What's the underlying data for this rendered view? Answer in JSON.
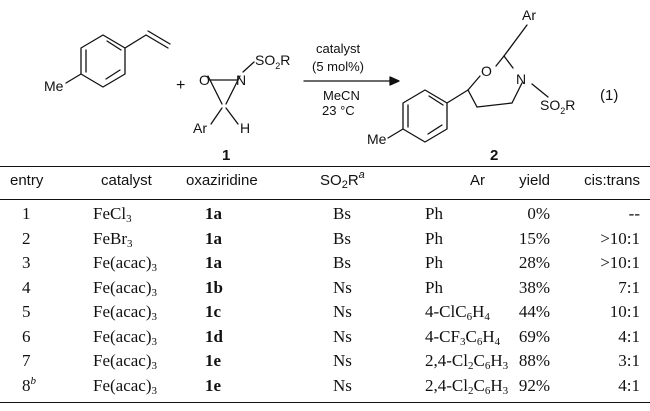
{
  "scheme": {
    "reagent_group": "SO2R",
    "reagent_ring_o": "O",
    "reagent_ring_n": "N",
    "reagent_ar": "Ar",
    "reagent_h": "H",
    "reagent_label": "1",
    "plus": "+",
    "styrene_me": "Me",
    "arrow_top1": "catalyst",
    "arrow_top2": "(5 mol%)",
    "arrow_bottom1": "MeCN",
    "arrow_bottom2": "23 °C",
    "product_o": "O",
    "product_n": "N",
    "product_ar": "Ar",
    "product_group": "SO2R",
    "product_me": "Me",
    "product_label": "2",
    "equation_number": "(1)"
  },
  "table": {
    "headers": {
      "entry": "entry",
      "catalyst": "catalyst",
      "oxaziridine": "oxaziridine",
      "so2r_base": "SO",
      "so2r_sub": "2",
      "so2r_tail": "R",
      "so2r_note": "a",
      "ar": "Ar",
      "yield": "yield",
      "ratio": "cis:trans"
    },
    "rows": [
      {
        "entry": "1",
        "entry_note": "",
        "cat_base": "FeCl",
        "cat_sub": "3",
        "ox": "1a",
        "so2r": "Bs",
        "ar_parts": [
          "Ph"
        ],
        "yield": "0%",
        "ratio": "--"
      },
      {
        "entry": "2",
        "entry_note": "",
        "cat_base": "FeBr",
        "cat_sub": "3",
        "ox": "1a",
        "so2r": "Bs",
        "ar_parts": [
          "Ph"
        ],
        "yield": "15%",
        "ratio": ">10:1"
      },
      {
        "entry": "3",
        "entry_note": "",
        "cat_base": "Fe(acac)",
        "cat_sub": "3",
        "ox": "1a",
        "so2r": "Bs",
        "ar_parts": [
          "Ph"
        ],
        "yield": "28%",
        "ratio": ">10:1"
      },
      {
        "entry": "4",
        "entry_note": "",
        "cat_base": "Fe(acac)",
        "cat_sub": "3",
        "ox": "1b",
        "so2r": "Ns",
        "ar_parts": [
          "Ph"
        ],
        "yield": "38%",
        "ratio": "7:1"
      },
      {
        "entry": "5",
        "entry_note": "",
        "cat_base": "Fe(acac)",
        "cat_sub": "3",
        "ox": "1c",
        "so2r": "Ns",
        "ar_parts": [
          "4-ClC",
          "6",
          "H",
          "4"
        ],
        "yield": "44%",
        "ratio": "10:1"
      },
      {
        "entry": "6",
        "entry_note": "",
        "cat_base": "Fe(acac)",
        "cat_sub": "3",
        "ox": "1d",
        "so2r": "Ns",
        "ar_parts": [
          "4-CF",
          "3",
          "C",
          "6",
          "H",
          "4"
        ],
        "yield": "69%",
        "ratio": "4:1"
      },
      {
        "entry": "7",
        "entry_note": "",
        "cat_base": "Fe(acac)",
        "cat_sub": "3",
        "ox": "1e",
        "so2r": "Ns",
        "ar_parts": [
          "2,4-Cl",
          "2",
          "C",
          "6",
          "H",
          "3"
        ],
        "yield": "88%",
        "ratio": "3:1"
      },
      {
        "entry": "8",
        "entry_note": "b",
        "cat_base": "Fe(acac)",
        "cat_sub": "3",
        "ox": "1e",
        "so2r": "Ns",
        "ar_parts": [
          "2,4-Cl",
          "2",
          "C",
          "6",
          "H",
          "3"
        ],
        "yield": "92%",
        "ratio": "4:1"
      }
    ]
  }
}
